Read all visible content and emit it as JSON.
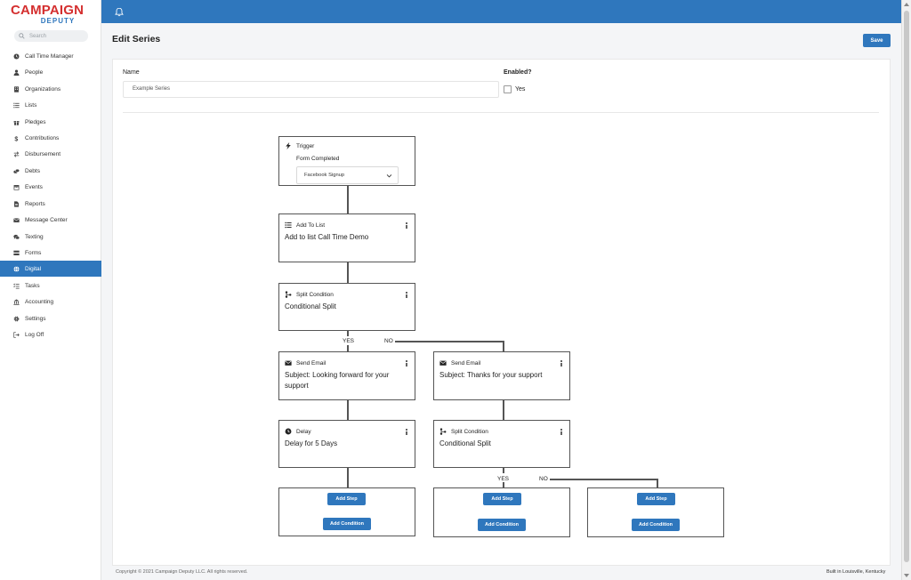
{
  "brand": {
    "line1_a": "CAMPAIGN",
    "line2": "DEPUTY",
    "color_red": "#d42f2f",
    "color_blue": "#2f77bd"
  },
  "sidebar": {
    "search_placeholder": "Search",
    "items": [
      {
        "label": "Call Time Manager",
        "icon": "clock-icon"
      },
      {
        "label": "People",
        "icon": "person-icon"
      },
      {
        "label": "Organizations",
        "icon": "building-icon"
      },
      {
        "label": "Lists",
        "icon": "list-icon"
      },
      {
        "label": "Pledges",
        "icon": "gift-icon"
      },
      {
        "label": "Contributions",
        "icon": "dollar-icon"
      },
      {
        "label": "Disbursement",
        "icon": "exchange-icon"
      },
      {
        "label": "Debts",
        "icon": "coins-icon"
      },
      {
        "label": "Events",
        "icon": "calendar-icon"
      },
      {
        "label": "Reports",
        "icon": "file-icon"
      },
      {
        "label": "Message Center",
        "icon": "envelope-icon"
      },
      {
        "label": "Texting",
        "icon": "comments-icon"
      },
      {
        "label": "Forms",
        "icon": "forms-icon"
      },
      {
        "label": "Digital",
        "icon": "globe-icon",
        "active": true
      },
      {
        "label": "Tasks",
        "icon": "tasks-icon"
      },
      {
        "label": "Accounting",
        "icon": "bank-icon"
      },
      {
        "label": "Settings",
        "icon": "gear-icon"
      },
      {
        "label": "Log Off",
        "icon": "logout-icon"
      }
    ]
  },
  "header": {
    "title": "Edit Series",
    "save_label": "Save",
    "accent": "#2f77bd"
  },
  "form": {
    "name_label": "Name",
    "name_value": "Example Series",
    "enabled_label": "Enabled?",
    "enabled_option": "Yes",
    "enabled_checked": false
  },
  "flow": {
    "trigger": {
      "title": "Trigger",
      "subtitle": "Form Completed",
      "select_value": "Facebook Signup"
    },
    "add_to_list": {
      "title": "Add To List",
      "text": "Add to list Call Time Demo"
    },
    "split1": {
      "title": "Split Condition",
      "text": "Conditional Split",
      "yes": "YES",
      "no": "NO"
    },
    "email_yes": {
      "title": "Send Email",
      "text": "Subject: Looking forward for your support"
    },
    "email_no": {
      "title": "Send Email",
      "text": "Subject: Thanks for your support"
    },
    "delay": {
      "title": "Delay",
      "text": "Delay for 5 Days"
    },
    "split2": {
      "title": "Split Condition",
      "text": "Conditional Split",
      "yes": "YES",
      "no": "NO"
    },
    "add_step_label": "Add Step",
    "add_condition_label": "Add Condition"
  },
  "footer": {
    "copyright": "Copyright © 2021 Campaign Deputy LLC. All rights reserved.",
    "built": "Built in Louisville, Kentucky"
  }
}
